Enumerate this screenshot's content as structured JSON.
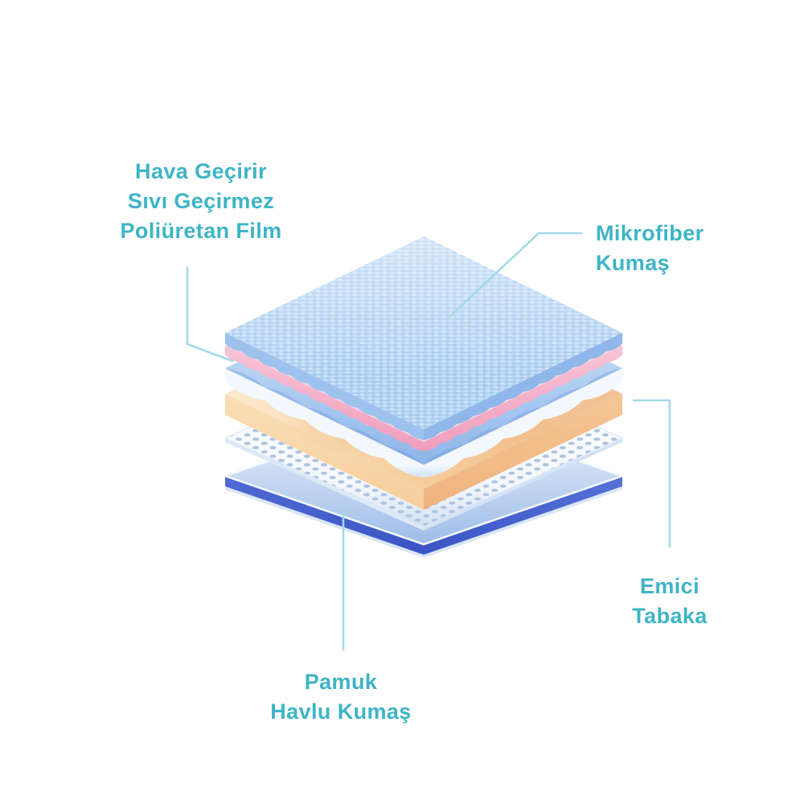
{
  "page": {
    "background": "#FFFFFF"
  },
  "colors": {
    "label-text": "#3EB4C6",
    "connector-line": "#A3DAE7",
    "microfiber-blue": "#A9CDF0",
    "film-pink": "#F6B3CA",
    "wavy-blue": "#AECDF2",
    "foam-orange": "#F7D2A3",
    "perforated-white": "#FFFFFF",
    "perforated-dot": "#AFC2DB",
    "cotton-edge-blue": "#4560CD"
  },
  "labels": {
    "film": "Hava Geçirir\nSıvı Geçirmez\nPoliüretan Film",
    "microfiber": "Mikrofiber\nKumaş",
    "absorbent": "Emici\nTabaka",
    "cotton": "Pamuk\nHavlu Kumaş"
  },
  "layers": [
    {
      "name": "microfiber-top-layer",
      "color": "#A9CDF0"
    },
    {
      "name": "pink-film-layer",
      "color": "#F6B3CA"
    },
    {
      "name": "wavy-blue-layer",
      "color": "#AECDF2"
    },
    {
      "name": "foam-absorbent-layer",
      "color": "#F7D2A3"
    },
    {
      "name": "perforated-sheet-layer",
      "color": "#FFFFFF"
    },
    {
      "name": "cotton-base-layer",
      "color": "#4560CD"
    }
  ]
}
